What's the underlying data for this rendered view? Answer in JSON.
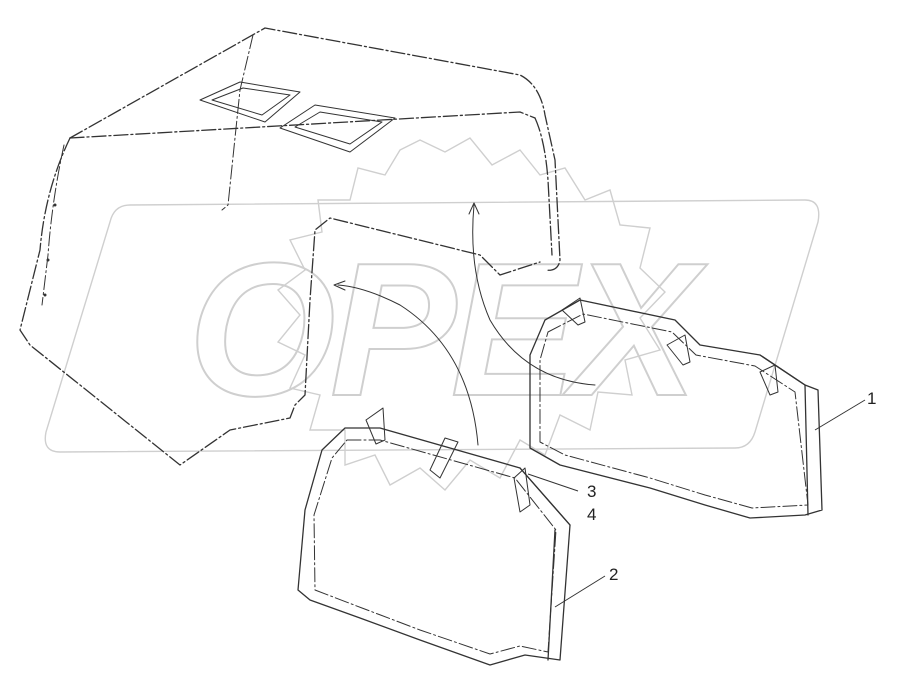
{
  "watermark": {
    "text": "OPEX"
  },
  "callouts": [
    {
      "id": "1",
      "text": "1"
    },
    {
      "id": "2",
      "text": "2"
    },
    {
      "id": "3",
      "text": "3"
    },
    {
      "id": "4",
      "text": "4"
    }
  ]
}
